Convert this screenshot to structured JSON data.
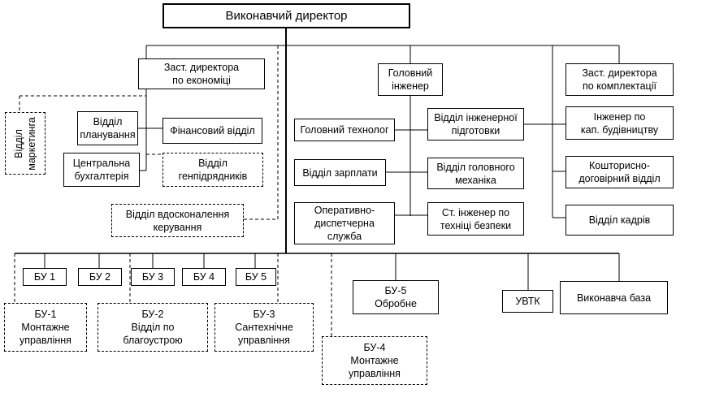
{
  "diagram": {
    "ceo": "Виконавчий директор",
    "deputy_economics": "Заст. директора\nпо економіці",
    "chief_engineer": "Головний\nінженер",
    "deputy_procurement": "Заст. директора\nпо комплектації",
    "marketing": "Відділ\nмаркетинга",
    "planning": "Відділ\nпланування",
    "finance": "Фінансовий відділ",
    "accounting": "Центральна\nбухгалтерія",
    "general_contractors": "Відділ\nгенпідрядників",
    "management_improvement": "Відділ вдосконалення\nкерування",
    "chief_technologist": "Головний технолог",
    "engineering_prep": "Відділ інженерної\nпідготовки",
    "salary": "Відділ зарплати",
    "chief_mechanic": "Відділ головного\nмеханіка",
    "dispatch": "Оперативно-\nдиспетчерна\nслужба",
    "safety_engineer": "Ст. інженер по\nтехніці безпеки",
    "capital_construction": "Інженер по\nкап. будівництву",
    "estimate_contract": "Кошторисно-\nдоговірний відділ",
    "hr": "Відділ кадрів",
    "bu1": "БУ 1",
    "bu2": "БУ 2",
    "bu3": "БУ 3",
    "bu4": "БУ 4",
    "bu5": "БУ 5",
    "bu1_full": "БУ-1\nМонтажне\nуправління",
    "bu2_full": "БУ-2\nВідділ по\nблагоустрою",
    "bu3_full": "БУ-3\nСантехнічне\nуправління",
    "bu4_full": "БУ-4\nМонтажне\nуправління",
    "bu5_full": "БУ-5\nОбробне",
    "uvtk": "УВТК",
    "exec_base": "Виконавча база"
  }
}
